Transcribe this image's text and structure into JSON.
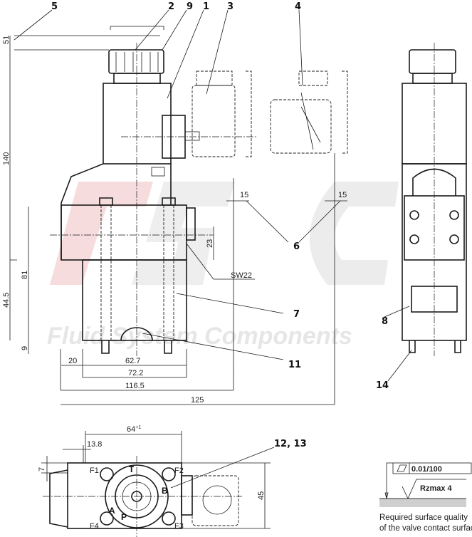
{
  "watermark": {
    "logo": "FSC",
    "text": "Fluid System Components",
    "colors": {
      "red": "#f0c8c8",
      "grey": "#e3e3e3"
    }
  },
  "callouts": {
    "c5": "5",
    "c2": "2",
    "c9": "9",
    "c1": "1",
    "c3": "3",
    "c4": "4",
    "c6": "6",
    "c7": "7",
    "c11": "11",
    "c8": "8",
    "c14": "14",
    "c12_13": "12, 13"
  },
  "dimensions": {
    "d51": "51",
    "d140": "140",
    "d81": "81",
    "d44_5": "44.5",
    "d9": "9",
    "d23": "23",
    "d20": "20",
    "d62_7": "62.7",
    "d72_2": "72.2",
    "d116_5": "116.5",
    "d125": "125",
    "d15a": "15",
    "d15b": "15",
    "sw22": "SW22",
    "d64": "64",
    "d64_tol": "+1",
    "d13_8": "13.8",
    "d7": "7",
    "d45": "45"
  },
  "ports": {
    "f1": "F1",
    "f2": "F2",
    "f3": "F3",
    "f4": "F4",
    "t": "T",
    "b": "B",
    "a": "A",
    "p": "P"
  },
  "surface": {
    "flatness": "0.01/100",
    "roughness": "Rzmax 4",
    "caption_line1": "Required surface quality",
    "caption_line2": "of the valve contact surface"
  }
}
